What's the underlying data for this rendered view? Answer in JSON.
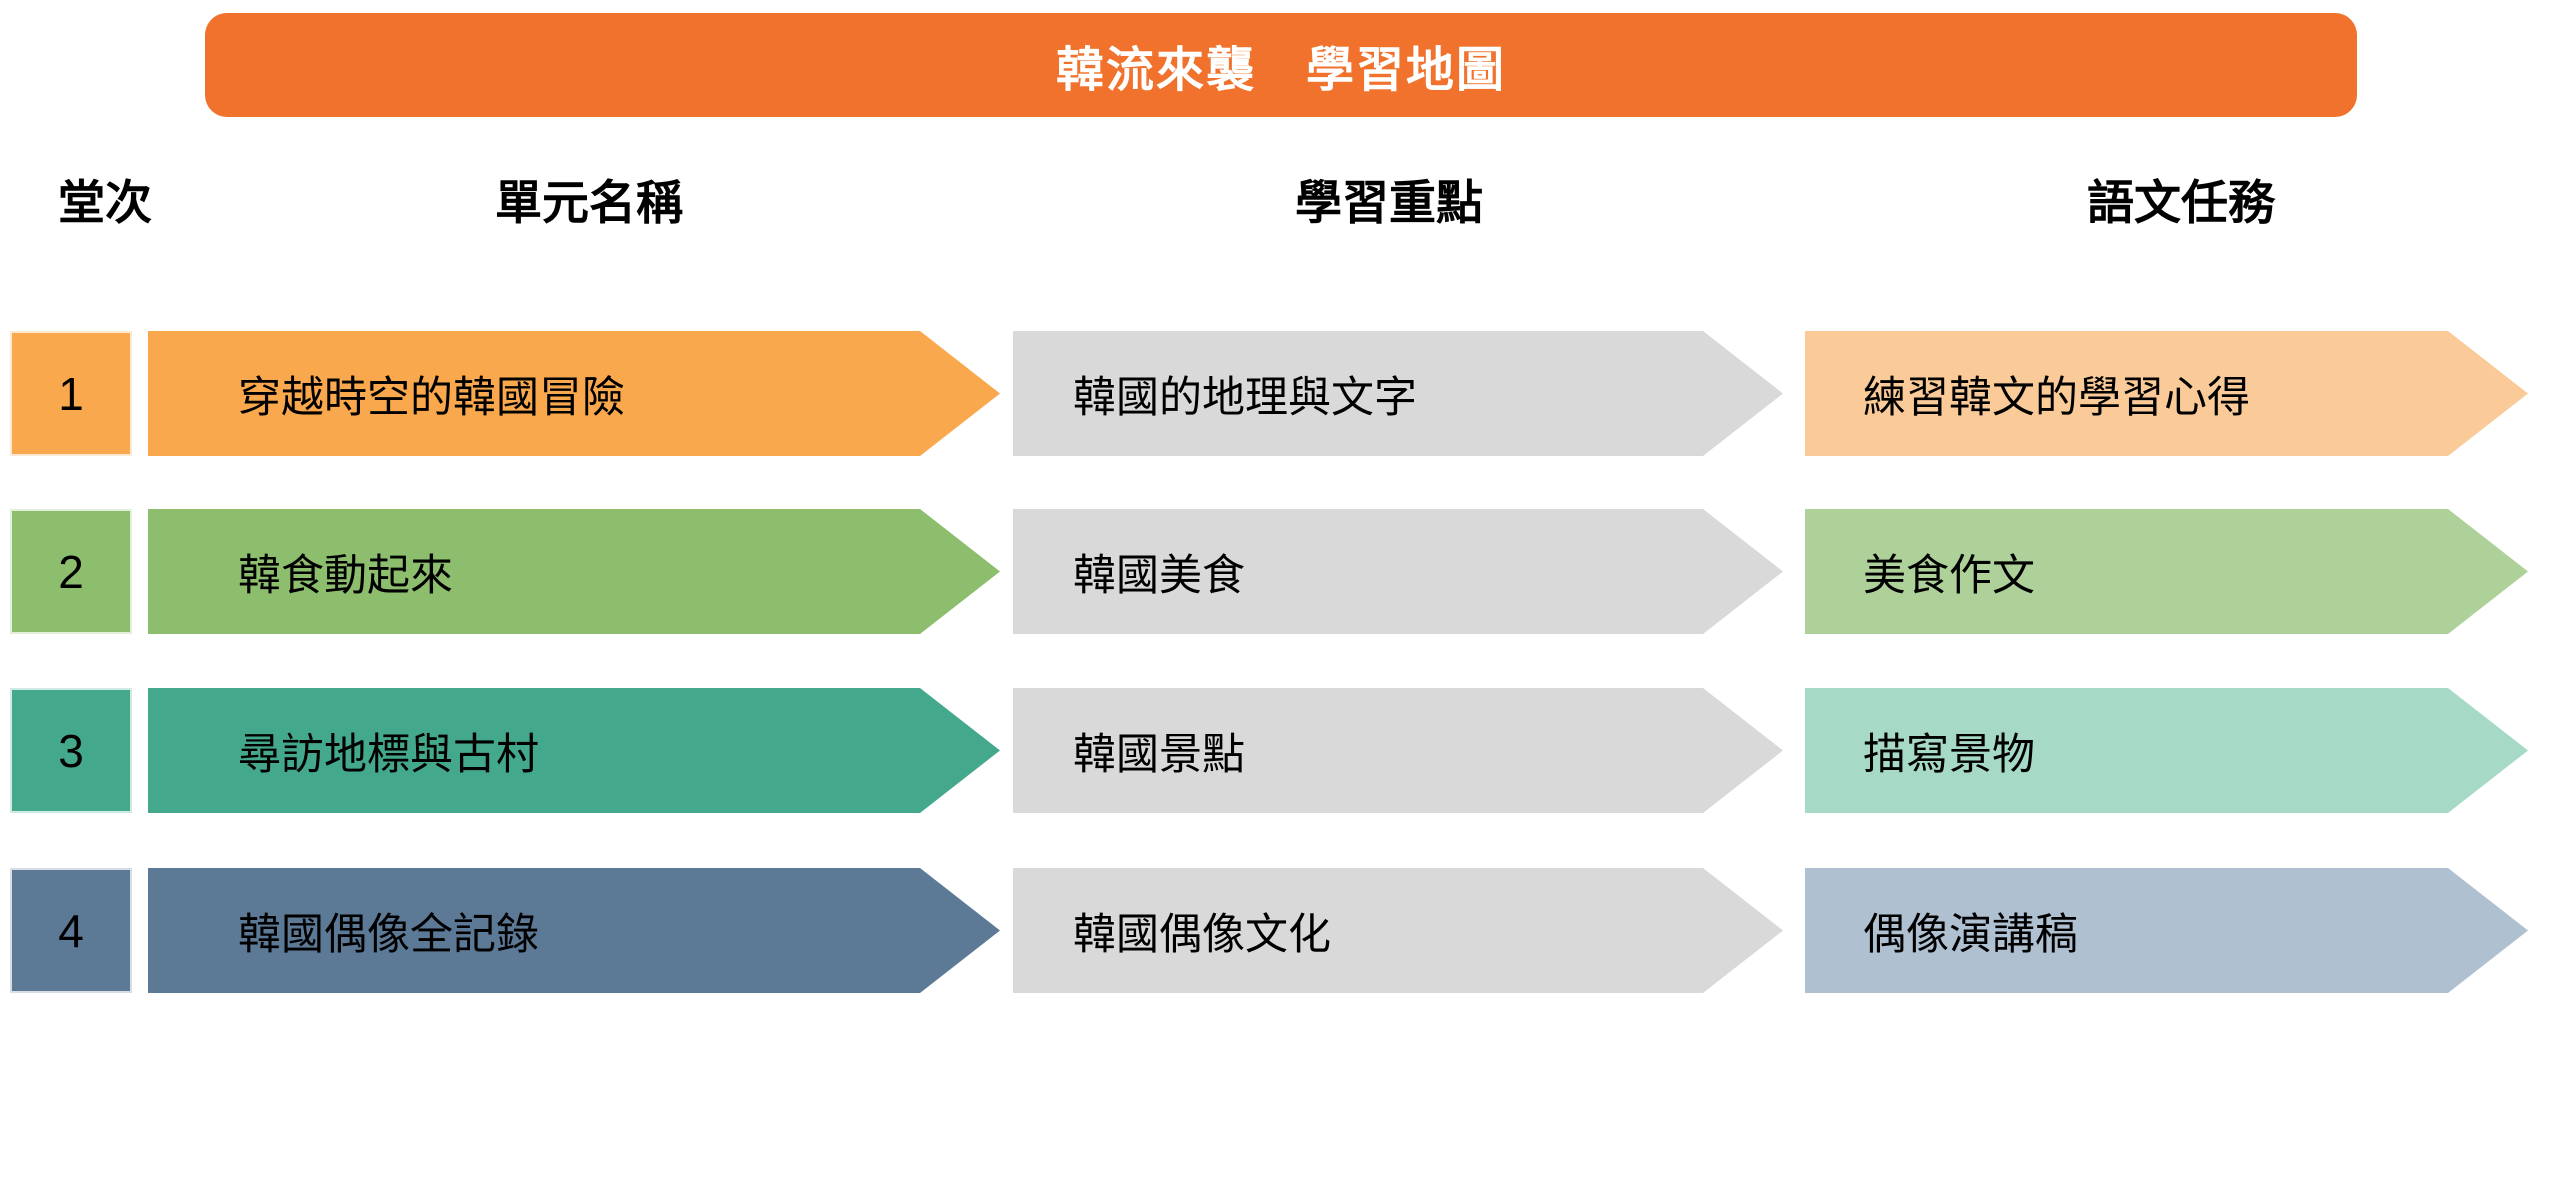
{
  "title": {
    "text": "韓流來襲　學習地圖",
    "bg": "#F0722C",
    "text_color": "#FFFFFF"
  },
  "columns": {
    "session": "堂次",
    "unit": "單元名稱",
    "focus": "學習重點",
    "task": "語文任務"
  },
  "shapes": {
    "focus_arrow_color": "#D9D9D9",
    "arrow_style": "right-chevron"
  },
  "rows": [
    {
      "num": "1",
      "unit": "穿越時空的韓國冒險",
      "focus": "韓國的地理與文字",
      "task": "練習韓文的學習心得",
      "color": "#FAA84D",
      "task_color": "#FACB98"
    },
    {
      "num": "2",
      "unit": "韓食動起來",
      "focus": "韓國美食",
      "task": "美食作文",
      "color": "#8DBE6D",
      "task_color": "#AED099"
    },
    {
      "num": "3",
      "unit": "尋訪地標與古村",
      "focus": "韓國景點",
      "task": "描寫景物",
      "color": "#44A98C",
      "task_color": "#A7DAC6"
    },
    {
      "num": "4",
      "unit": "韓國偶像全記錄",
      "focus": "韓國偶像文化",
      "task": "偶像演講稿",
      "color": "#5C7996",
      "task_color": "#AFC0D1"
    }
  ]
}
